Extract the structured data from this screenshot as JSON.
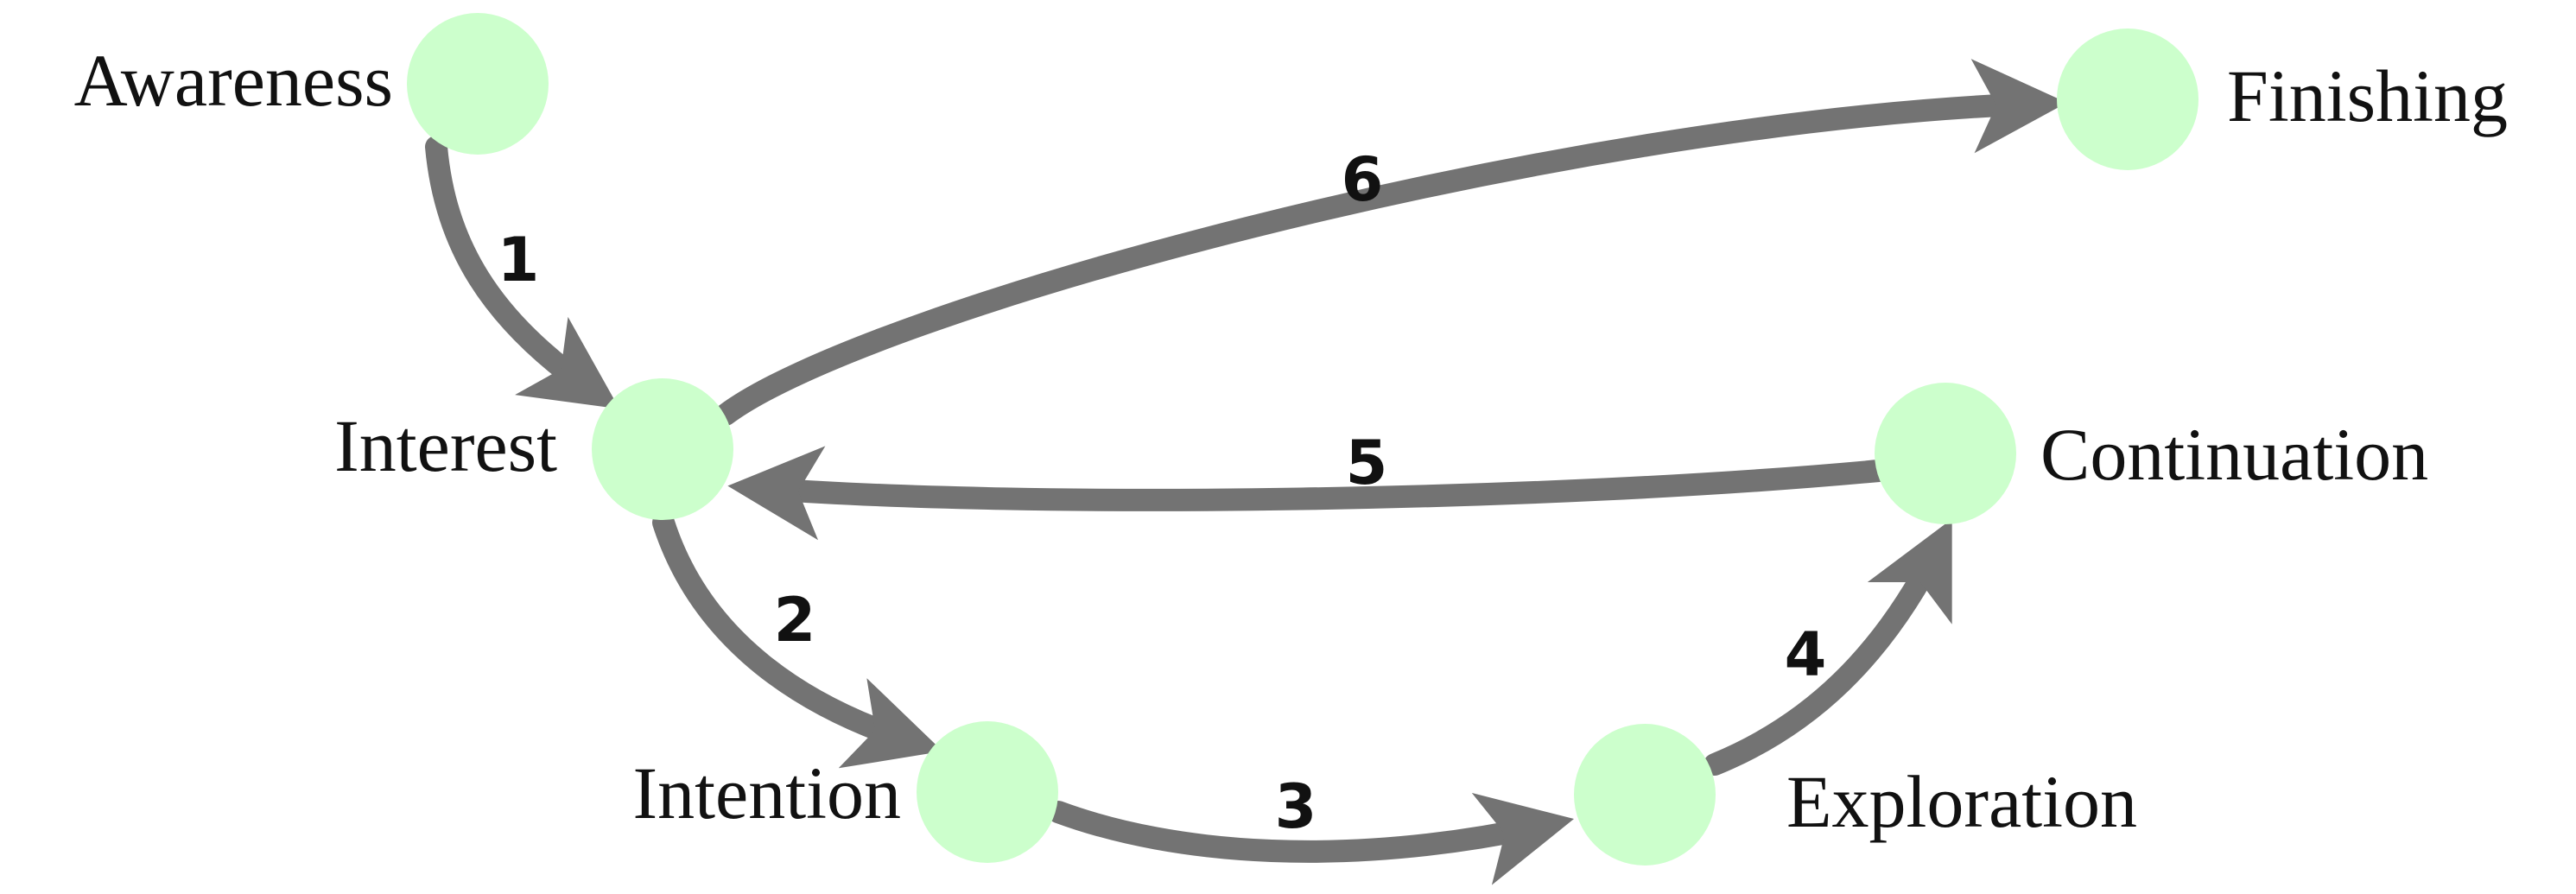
{
  "colors": {
    "node_fill": "#ccffcc",
    "edge_stroke": "#737373",
    "text": "#111111"
  },
  "nodes": {
    "awareness": {
      "label": "Awareness"
    },
    "finishing": {
      "label": "Finishing"
    },
    "interest": {
      "label": "Interest"
    },
    "continuation": {
      "label": "Continuation"
    },
    "intention": {
      "label": "Intention"
    },
    "exploration": {
      "label": "Exploration"
    }
  },
  "edges": [
    {
      "from": "awareness",
      "to": "interest",
      "label": "1"
    },
    {
      "from": "interest",
      "to": "intention",
      "label": "2"
    },
    {
      "from": "intention",
      "to": "exploration",
      "label": "3"
    },
    {
      "from": "exploration",
      "to": "continuation",
      "label": "4"
    },
    {
      "from": "continuation",
      "to": "interest",
      "label": "5"
    },
    {
      "from": "interest",
      "to": "finishing",
      "label": "6"
    }
  ]
}
